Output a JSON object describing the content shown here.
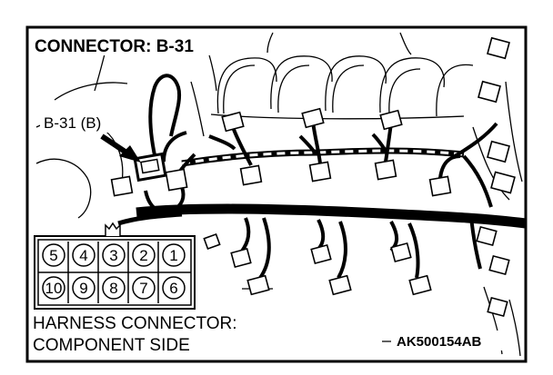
{
  "diagram": {
    "title": "CONNECTOR: B-31",
    "callout_label": "B-31 (B)",
    "connector_pins_top": [
      "5",
      "4",
      "3",
      "2",
      "1"
    ],
    "connector_pins_bottom": [
      "10",
      "9",
      "8",
      "7",
      "6"
    ],
    "footer_line1": "HARNESS CONNECTOR:",
    "footer_line2": "COMPONENT SIDE",
    "figure_code": "AK500154AB"
  }
}
